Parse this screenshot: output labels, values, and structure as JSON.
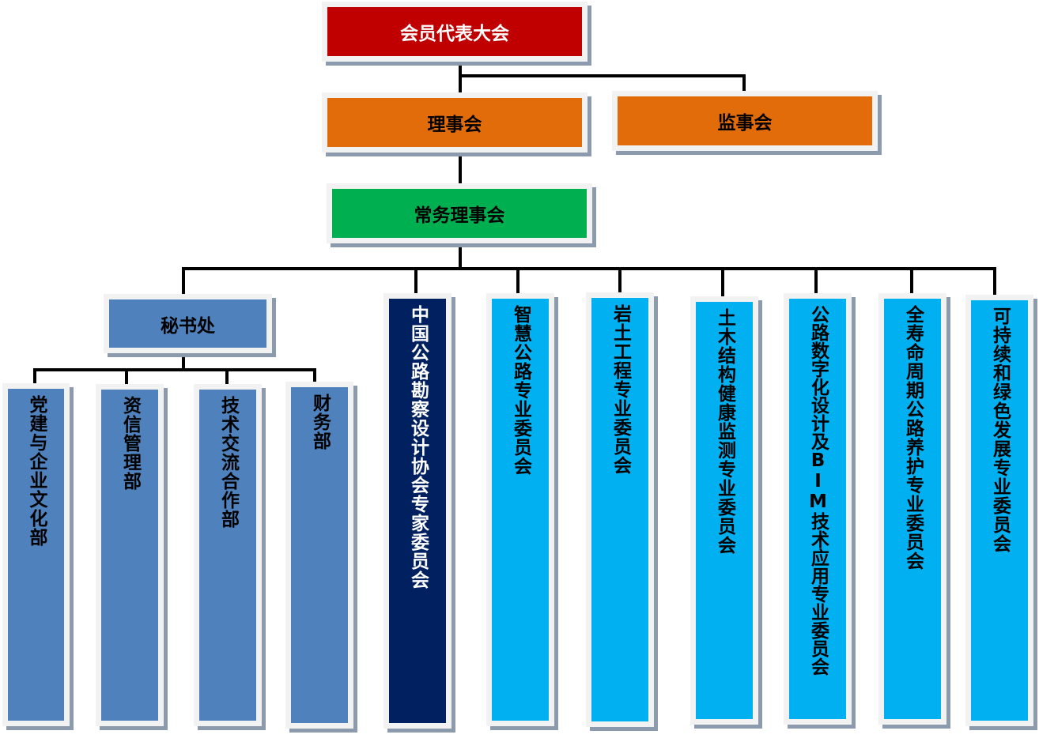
{
  "top": {
    "label": "会员代表大会",
    "color": "#c00000"
  },
  "board": {
    "label": "理事会",
    "color": "#e36c0a"
  },
  "supervisors": {
    "label": "监事会",
    "color": "#e36c0a"
  },
  "standing": {
    "label": "常务理事会",
    "color": "#00b050"
  },
  "secretariat": {
    "label": "秘书处",
    "departments": [
      {
        "label": "党建与企业文化部"
      },
      {
        "label": "资信管理部"
      },
      {
        "label": "技术交流合作部"
      },
      {
        "label": "财务部"
      }
    ]
  },
  "committees": [
    {
      "label": "中国公路勘察设计协会专家委员会"
    },
    {
      "label": "智慧公路专业委员会"
    },
    {
      "label": "岩土工程专业委员会"
    },
    {
      "label": "土木结构健康监测专业委员会"
    },
    {
      "label": "公路数字化设计及BIM技术应用专业委员会"
    },
    {
      "label": "全寿命周期公路养护专业委员会"
    },
    {
      "label": "可持续和绿色发展专业委员会"
    }
  ]
}
